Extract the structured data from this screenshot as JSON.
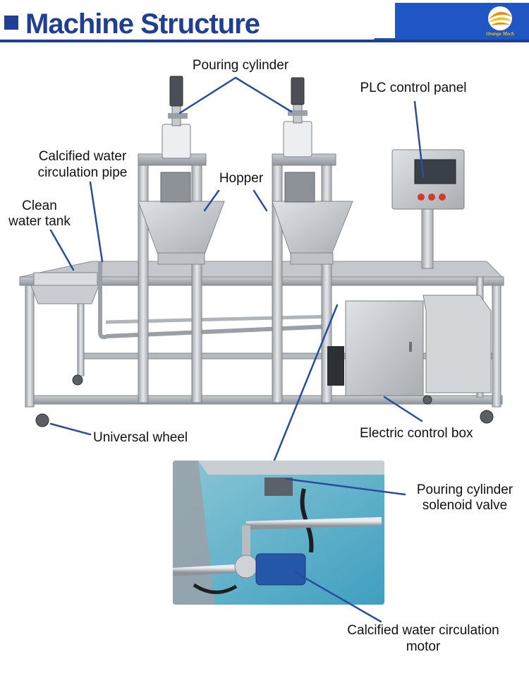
{
  "header": {
    "title": "Machine Structure",
    "logo_text": "Orange Mech"
  },
  "labels": {
    "pouring_cylinder": "Pouring cylinder",
    "plc_control_panel": "PLC control panel",
    "calcified_pipe_line1": "Calcified water",
    "calcified_pipe_line2": "circulation pipe",
    "hopper": "Hopper",
    "clean_tank_line1": "Clean",
    "clean_tank_line2": "water tank",
    "universal_wheel": "Universal wheel",
    "electric_control_box": "Electric control box",
    "solenoid_line1": "Pouring cylinder",
    "solenoid_line2": "solenoid valve",
    "motor_line1": "Calcified water circulation",
    "motor_line2": "motor"
  },
  "colors": {
    "brand_blue": "#1f3f93",
    "accent_blue": "#1f56c4",
    "logo_orange": "#f08a00",
    "logo_yellow": "#f5c200",
    "pointer_line": "#2a4d9c"
  }
}
